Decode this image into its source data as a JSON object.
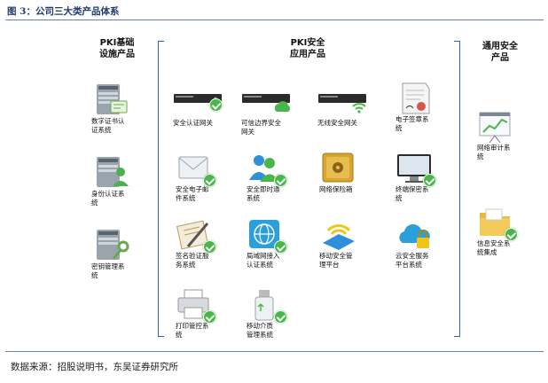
{
  "figure_title": "图 3：公司三大类产品体系",
  "source": "数据来源：招股说明书，东吴证券研究所",
  "columns": {
    "left": {
      "title_line1": "PKI基础",
      "title_line2": "设施产品"
    },
    "middle": {
      "title_line1": "PKI安全",
      "title_line2": "应用产品"
    },
    "right": {
      "title_line1": "通用安全",
      "title_line2": "产品"
    }
  },
  "left_items": [
    {
      "label": "数字证书认\n证系统",
      "icon": "server-certificate-icon"
    },
    {
      "label": "身份认证系\n统",
      "icon": "server-user-icon"
    },
    {
      "label": "密钥管理系\n统",
      "icon": "server-key-icon"
    }
  ],
  "middle_items": [
    {
      "label": "安全认证网关",
      "icon": "gateway-device-icon"
    },
    {
      "label": "可信边界安全\n网关",
      "icon": "cloud-gateway-device-icon"
    },
    {
      "label": "无线安全网关",
      "icon": "wireless-gateway-device-icon"
    },
    {
      "label": "电子签章系\n统",
      "icon": "signed-document-icon"
    },
    {
      "label": "安全电子邮\n件系统",
      "icon": "email-envelope-icon"
    },
    {
      "label": "安全即时通\n系统",
      "icon": "instant-messaging-icon"
    },
    {
      "label": "网络保险箱",
      "icon": "safe-box-icon"
    },
    {
      "label": "终端保密系\n统",
      "icon": "monitor-terminal-icon"
    },
    {
      "label": "签名验证服\n务系统",
      "icon": "signature-pen-icon"
    },
    {
      "label": "局域网接入\n认证系统",
      "icon": "network-globe-icon"
    },
    {
      "label": "移动安全管\n理平台",
      "icon": "mobile-wireless-icon"
    },
    {
      "label": "云安全服务\n平台系统",
      "icon": "cloud-lock-icon"
    },
    {
      "label": "打印管控系\n统",
      "icon": "printer-icon"
    },
    {
      "label": "移动介质\n管理系统",
      "icon": "usb-media-icon"
    }
  ],
  "right_items": [
    {
      "label": "网络审计系\n统",
      "icon": "audit-chart-icon"
    },
    {
      "label": "信息安全系\n统集成",
      "icon": "folder-integration-icon"
    }
  ]
}
